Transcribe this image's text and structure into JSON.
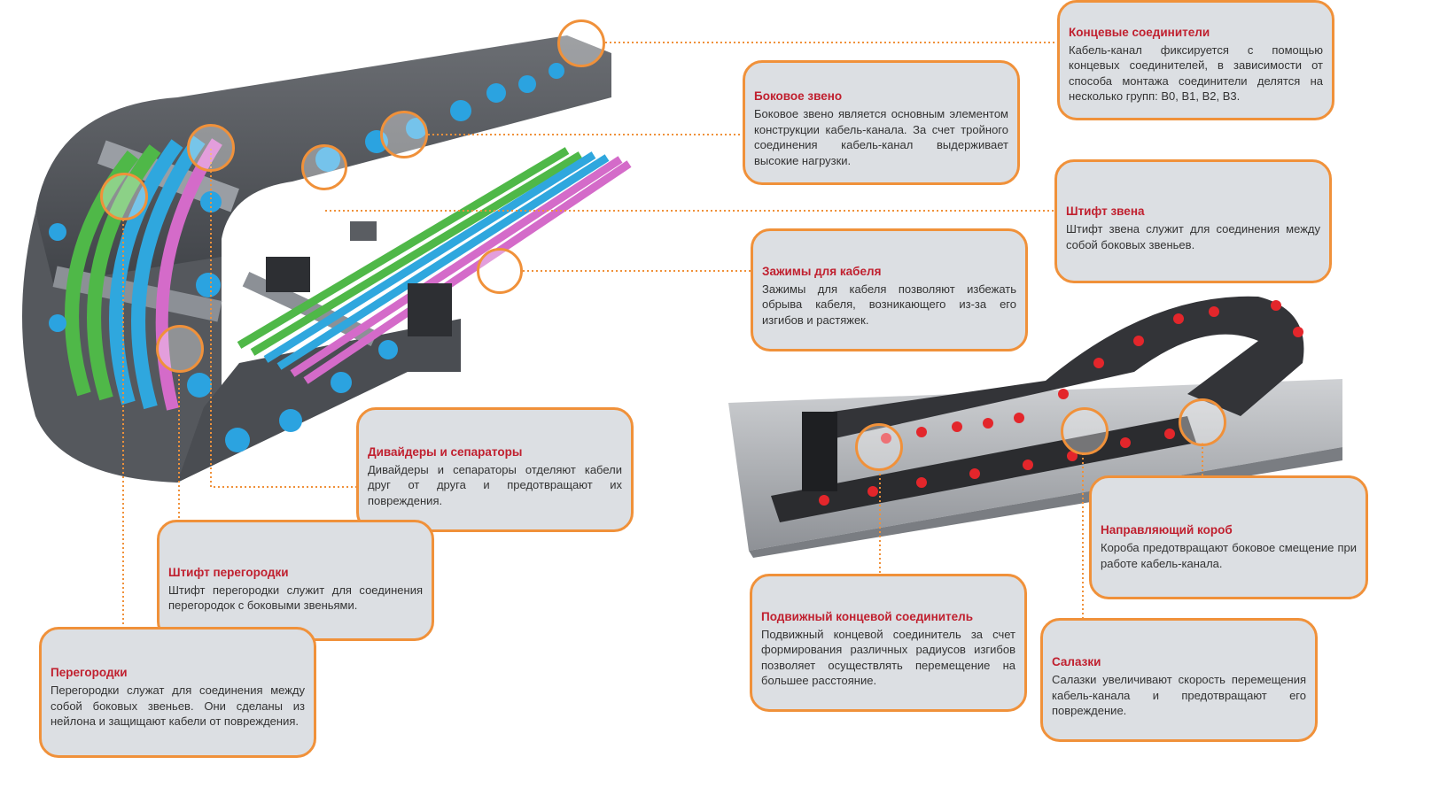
{
  "diagram": {
    "subject": "Кабель-канал",
    "accent_color": "#f0913a",
    "title_color": "#c0202f",
    "box_color": "#dcdfe3",
    "cable_colors": [
      "#4fb848",
      "#2fa7de",
      "#d46bc9"
    ],
    "pin_colors": {
      "left_chain": "#2ba3e0",
      "right_chain": "#e3262b"
    }
  },
  "callouts": [
    {
      "id": "end-connectors",
      "title": "Концевые соединители",
      "body": "Кабель-канал фиксируется с помощью концевых соединителей, в зависимости от способа монтажа соединители делятся на несколько групп: B0, B1, B2, B3."
    },
    {
      "id": "side-link",
      "title": "Боковое звено",
      "body": "Боковое звено является основным элементом конструкции кабель-канала. За счет тройного соединения кабель-канал выдерживает высокие нагрузки."
    },
    {
      "id": "link-pin",
      "title": "Штифт звена",
      "body": "Штифт звена служит для соединения между собой боковых звеньев."
    },
    {
      "id": "cable-clamps",
      "title": "Зажимы для кабеля",
      "body": "Зажимы для кабеля позволяют избежать обрыва кабеля, возникающего из-за его изгибов и растяжек."
    },
    {
      "id": "dividers-separators",
      "title": "Дивайдеры и сепараторы",
      "body": "Дивайдеры и сепараторы отделяют кабели друг от друга и предотвращают их повреждения."
    },
    {
      "id": "partition-pin",
      "title": "Штифт перегородки",
      "body": "Штифт перегородки служит для соединения перегородок с боковыми звеньями."
    },
    {
      "id": "partitions",
      "title": "Перегородки",
      "body": "Перегородки служат для соединения между собой боковых звеньев. Они сделаны из нейлона и защищают кабели от повреждения."
    },
    {
      "id": "guide-channel",
      "title": "Направляющий короб",
      "body": "Короба предотвращают боковое смещение при работе кабель-канала."
    },
    {
      "id": "moving-end-connector",
      "title": "Подвижный концевой соединитель",
      "body": "Подвижный концевой соединитель за счет формирования различных радиусов изгибов позволяет осуществлять перемещение на большее расстояние."
    },
    {
      "id": "glide-shoes",
      "title": "Салазки",
      "body": "Салазки увеличивают скорость перемещения кабель-канала и предотвращают его повреждение."
    }
  ]
}
